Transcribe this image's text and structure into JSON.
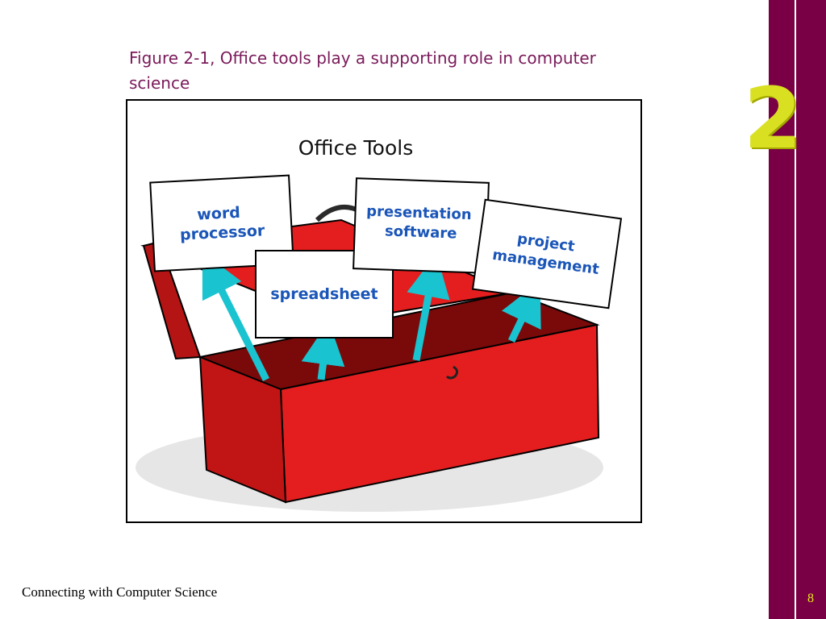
{
  "slide": {
    "caption": "Figure 2-1, Office tools play a supporting role in computer science",
    "chapter_number": "2",
    "footer_text": "Connecting with Computer Science",
    "page_number": "8"
  },
  "figure": {
    "title": "Office Tools",
    "cards": {
      "word_processor": [
        "word",
        "processor"
      ],
      "spreadsheet": [
        "spreadsheet"
      ],
      "presentation_software": [
        "presentation",
        "software"
      ],
      "project_management": [
        "project",
        "management"
      ]
    }
  },
  "colors": {
    "accent_bar": "#7a0046",
    "chapter_number": "#d9e021",
    "caption": "#7a1a5a",
    "toolbox_red": "#e41e1e",
    "arrow": "#19c3cf",
    "card_text": "#1a55b8"
  }
}
